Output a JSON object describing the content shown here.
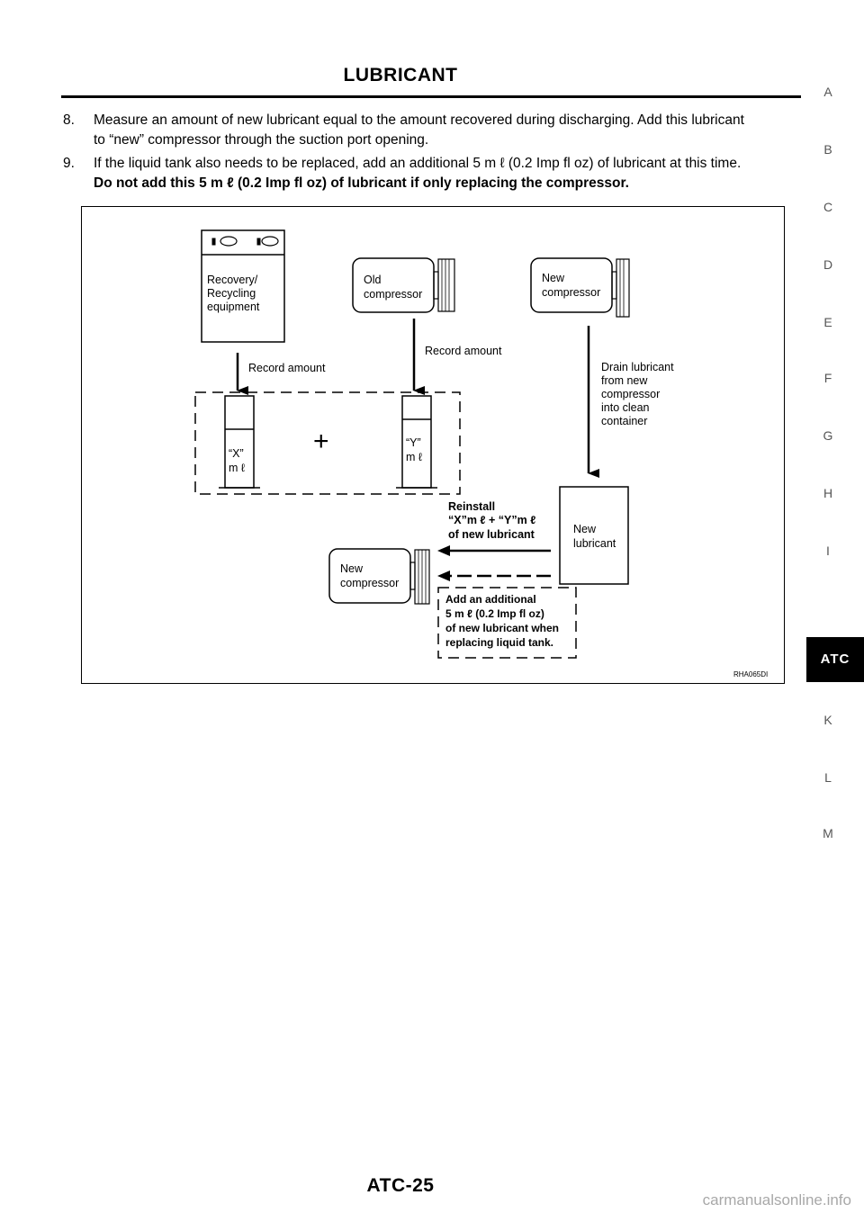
{
  "header": {
    "title": "LUBRICANT"
  },
  "steps": [
    {
      "num": "8.",
      "text": "Measure an amount of new lubricant equal to the amount recovered during discharging. Add this lubricant",
      "text2": "to “new” compressor through the suction port opening."
    },
    {
      "num": "9.",
      "text": "If the liquid tank also needs to be replaced, add an additional 5 m ℓ  (0.2 Imp fl oz) of lubricant at this time.",
      "bold": "Do not add this 5 m ℓ  (0.2 Imp fl oz) of lubricant if only replacing the compressor."
    }
  ],
  "figure": {
    "recovery_label": [
      "Recovery/",
      "Recycling",
      "equipment"
    ],
    "old_compressor": [
      "Old",
      "compressor"
    ],
    "new_compressor_top": [
      "New",
      "compressor"
    ],
    "record_amount_left": "Record amount",
    "record_amount_right": "Record amount",
    "drain_text": [
      "Drain lubricant",
      "from new",
      "compressor",
      "into clean",
      "container"
    ],
    "x_label": [
      "“X”",
      "m ℓ"
    ],
    "y_label": [
      "“Y”",
      "m ℓ"
    ],
    "plus": "+",
    "reinstall_text": [
      "Reinstall",
      "“X”m ℓ + “Y”m ℓ",
      "of new lubricant"
    ],
    "new_lubricant": [
      "New",
      "lubricant"
    ],
    "new_compressor_bottom": [
      "New",
      "compressor"
    ],
    "add_text": [
      "Add an additional",
      "5 m ℓ (0.2 Imp fl oz)",
      "of new lubricant when",
      "replacing liquid tank."
    ],
    "figure_id": "RHA065DI"
  },
  "side_index": [
    "A",
    "B",
    "C",
    "D",
    "E",
    "F",
    "G",
    "H",
    "I",
    "K",
    "L",
    "M"
  ],
  "active_tab": "ATC",
  "footer": {
    "page": "ATC-25"
  },
  "watermark": "carmanualsonline.info"
}
